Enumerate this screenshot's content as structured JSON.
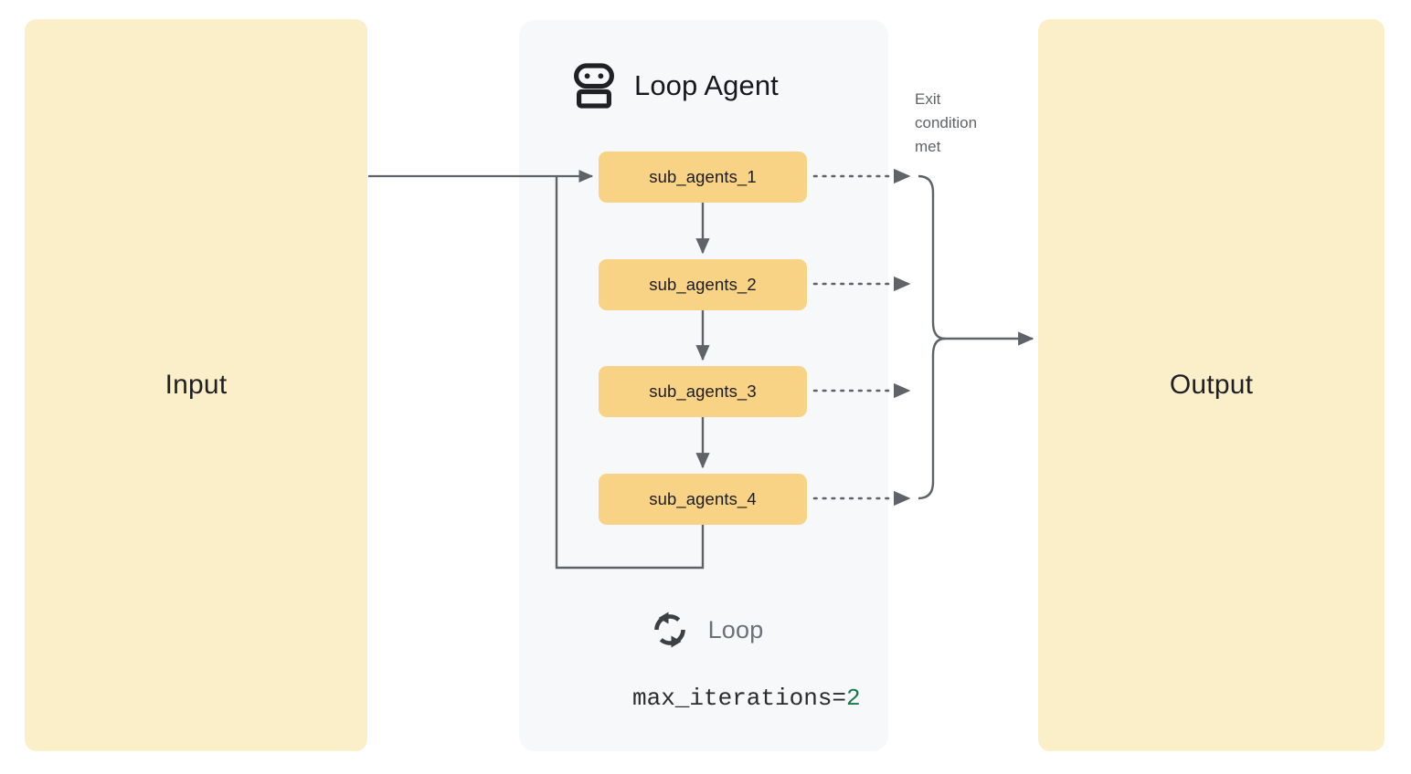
{
  "diagram": {
    "title": "Loop Agent",
    "input": {
      "label": "Input"
    },
    "output": {
      "label": "Output"
    },
    "header_icon": "robot-icon",
    "sub_agents": [
      {
        "label": "sub_agents_1"
      },
      {
        "label": "sub_agents_2"
      },
      {
        "label": "sub_agents_3"
      },
      {
        "label": "sub_agents_4"
      }
    ],
    "exit_condition": {
      "text": "Exit\ncondition\nmet"
    },
    "loop": {
      "icon": "loop-refresh-icon",
      "label": "Loop",
      "param_name": "max_iterations=",
      "param_value": "2"
    },
    "colors": {
      "io_fill": "#fbefc9",
      "sub_agent_fill": "#f9d385",
      "panel_fill": "#f6f8fa",
      "connector": "#5f6368",
      "text_dark": "#1f1f24",
      "text_muted": "#5f6368",
      "value_green": "#18794e"
    }
  }
}
